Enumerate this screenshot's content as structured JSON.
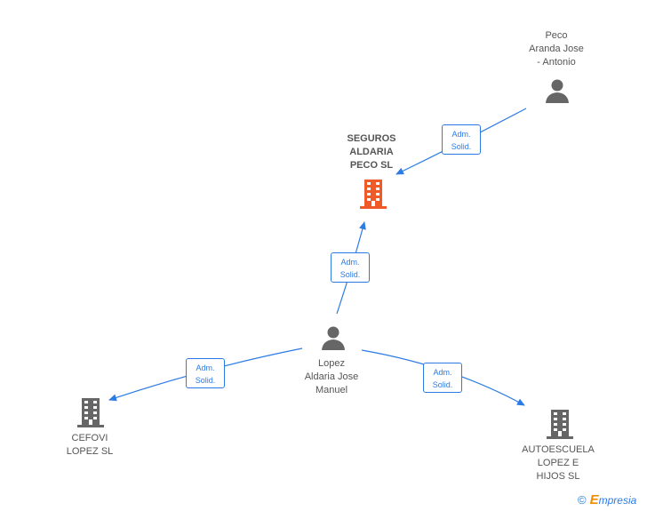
{
  "nodes": {
    "peco": {
      "lines": [
        "Peco",
        "Aranda Jose",
        "-  Antonio"
      ]
    },
    "seguros": {
      "lines": [
        "SEGUROS",
        "ALDARIA",
        "PECO SL"
      ]
    },
    "lopez": {
      "lines": [
        "Lopez",
        "Aldaria Jose",
        "Manuel"
      ]
    },
    "cefovi": {
      "lines": [
        "CEFOVI",
        "LOPEZ SL"
      ]
    },
    "autoescuela": {
      "lines": [
        "AUTOESCUELA",
        "LOPEZ E",
        "HIJOS SL"
      ]
    }
  },
  "relations": [
    {
      "lines": [
        "Adm.",
        "Solid."
      ]
    },
    {
      "lines": [
        "Adm.",
        "Solid."
      ]
    },
    {
      "lines": [
        "Adm.",
        "Solid."
      ]
    },
    {
      "lines": [
        "Adm.",
        "Solid."
      ]
    }
  ],
  "brand": {
    "copyright": "©",
    "e": "E",
    "rest": "mpresia"
  },
  "colors": {
    "link": "#2c7be5",
    "main_company": "#f05a28",
    "node": "#666666"
  }
}
